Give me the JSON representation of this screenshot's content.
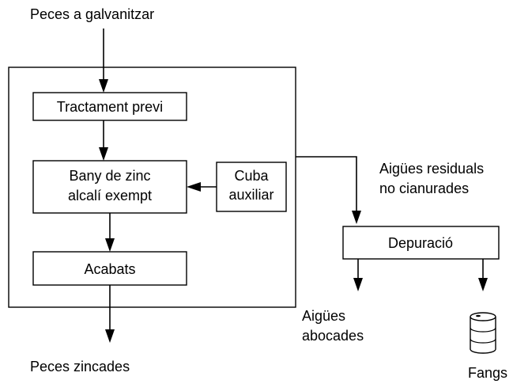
{
  "input_label": "Peces a galvanitzar",
  "steps": {
    "pretreatment": "Tractament previ",
    "bath_line1": "Bany de zinc",
    "bath_line2": "alcalí exempt",
    "aux_line1": "Cuba",
    "aux_line2": "auxiliar",
    "finishing": "Acabats"
  },
  "output_label": "Peces zincades",
  "wastewater": {
    "line1": "Aigües residuals",
    "line2": "no cianurades"
  },
  "treatment": "Depuració",
  "discharged": {
    "line1": "Aigües",
    "line2": "abocades"
  },
  "sludge": "Fangs",
  "icons": {
    "sludge_container": "barrel-icon"
  }
}
